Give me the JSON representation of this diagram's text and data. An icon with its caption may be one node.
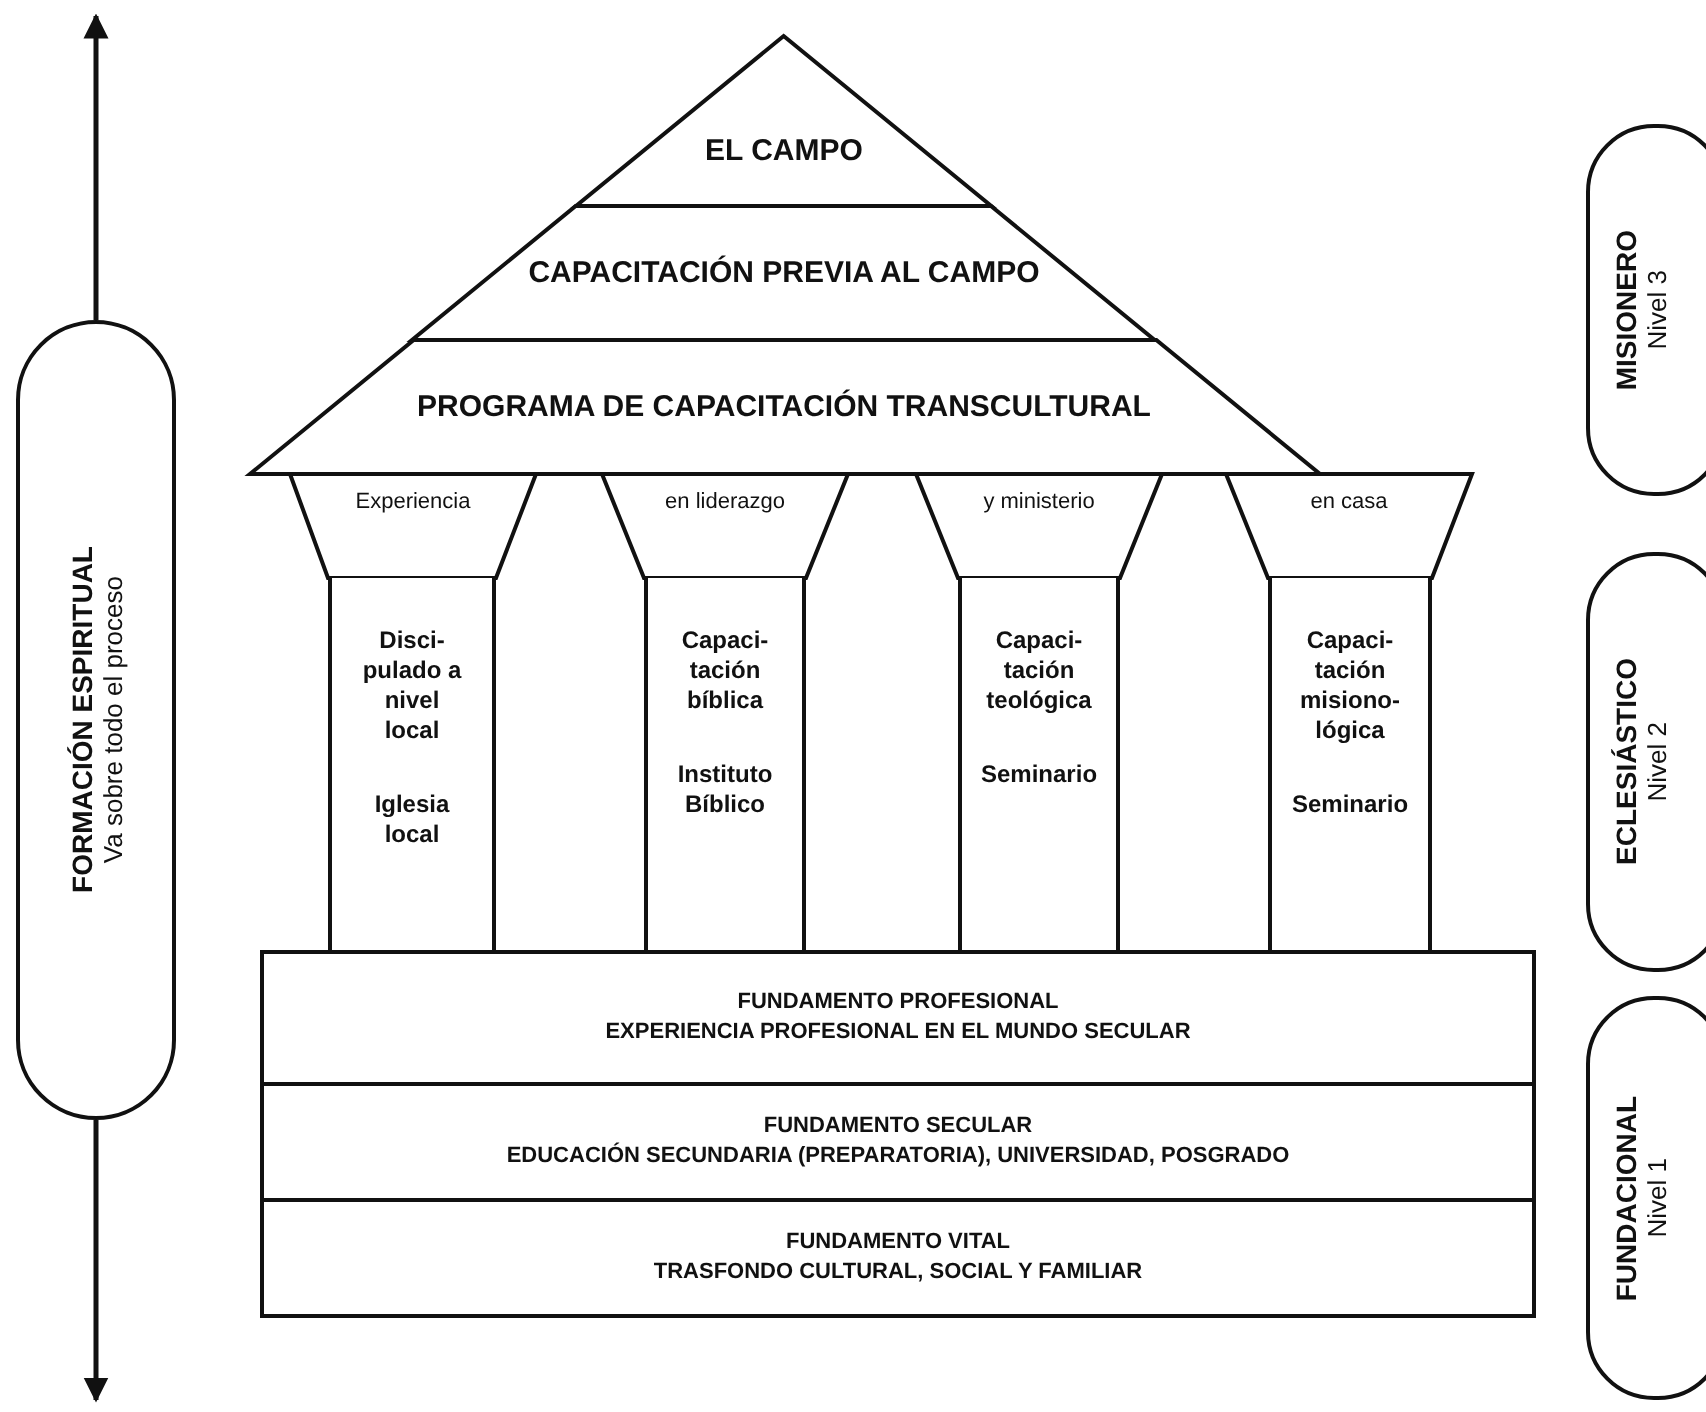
{
  "diagram": {
    "nodes": [
      {
        "text": [
          "EL CAMPO"
        ]
      },
      {
        "text": [
          "CAPACITACIÓN PREVIA AL CAMPO"
        ]
      },
      {
        "text": [
          "PROGRAMA DE CAPACITACIÓN TRANSCULTURAL"
        ]
      },
      {
        "text": [
          "Experiencia"
        ]
      },
      {
        "text": [
          "en liderazgo"
        ]
      },
      {
        "text": [
          "y ministerio"
        ]
      },
      {
        "text": [
          "en casa"
        ]
      },
      {
        "text": [
          "Disci- pulado a nivel local",
          "Iglesia local"
        ]
      },
      {
        "text": [
          "Capaci- tación bíblica",
          "Instituto Bíblico"
        ]
      },
      {
        "text": [
          "Capaci- tación teológica",
          "Seminario"
        ]
      },
      {
        "text": [
          "Capaci- tación misiono- lógica",
          "Seminario"
        ]
      },
      {
        "text": [
          "FUNDAMENTO PROFESIONAL",
          "EXPERIENCIA PROFESIONAL EN EL MUNDO SECULAR"
        ]
      },
      {
        "text": [
          "FUNDAMENTO SECULAR",
          "EDUCACIÓN SECUNDARIA (PREPARATORIA), UNIVERSIDAD, POSGRADO"
        ]
      },
      {
        "text": [
          "FUNDAMENTO VITAL",
          "TRASFONDO CULTURAL, SOCIAL Y FAMILIAR"
        ]
      },
      {
        "text": [
          "FORMACIÓN ESPIRITUAL",
          "Va sobre todo el proceso"
        ]
      },
      {
        "text": [
          "MISIONERO",
          "Nivel 3"
        ]
      },
      {
        "text": [
          "ECLESIÁSTICO",
          "Nivel 2"
        ]
      },
      {
        "text": [
          "FUNDACIONAL",
          "Nivel 1"
        ]
      }
    ],
    "edges": [
      {
        "from": 14,
        "to": null,
        "arrow": "to"
      },
      {
        "from": 14,
        "to": null,
        "arrow": "to"
      }
    ]
  }
}
